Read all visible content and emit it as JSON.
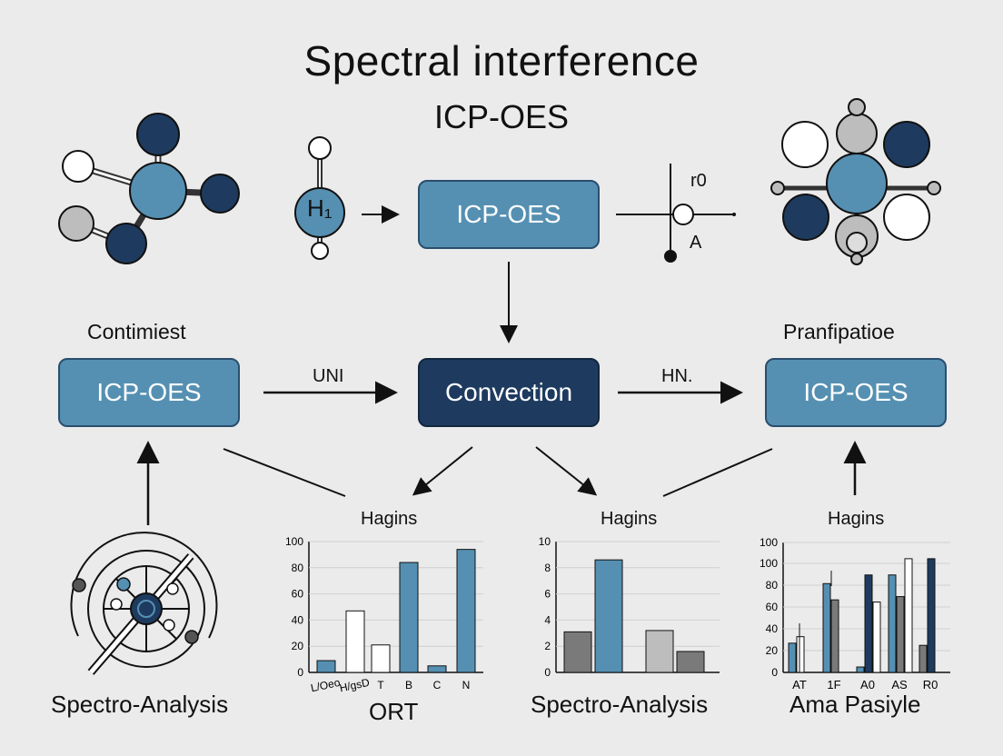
{
  "title": "Spectral interference",
  "subtitle": "ICP-OES",
  "top_center": {
    "badge": "H₁",
    "node": "ICP-OES",
    "r_label": "r0",
    "a_label": "A"
  },
  "row_labels": {
    "left": "Contimiest",
    "right": "Pranfipatioe"
  },
  "nodes": {
    "left": "ICP-OES",
    "center": "Convection",
    "right": "ICP-OES"
  },
  "arrow_labels": {
    "left": "UNI",
    "right": "HN."
  },
  "chart_headers": [
    "Hagins",
    "Hagins",
    "Hagins"
  ],
  "captions": {
    "icon": "Spectro-Analysis",
    "chart1": "ORT",
    "chart2": "Spectro-Analysis",
    "chart3": "Ama Pasiyle"
  },
  "colors": {
    "light_blue": "#5590b2",
    "dark_blue": "#1e3b5f",
    "gray": "#7a7a7a",
    "light_gray": "#bdbdbd",
    "white": "#ffffff"
  },
  "chart_data": [
    {
      "type": "bar",
      "title": "Hagins",
      "xlabel": "ORT",
      "ylim": [
        0,
        100
      ],
      "yticks": [
        0,
        20,
        40,
        60,
        80,
        100
      ],
      "bars": [
        {
          "value": 9,
          "color": "light_blue"
        },
        {
          "value": 47,
          "color": "white"
        },
        {
          "value": 21,
          "color": "white"
        },
        {
          "value": 84,
          "color": "light_blue"
        },
        {
          "value": 5,
          "color": "light_blue"
        },
        {
          "value": 94,
          "color": "light_blue"
        }
      ],
      "ticklabels": [
        "L/Oeo",
        "H/gsD",
        "T",
        "B",
        "C",
        "N"
      ]
    },
    {
      "type": "bar",
      "title": "Hagins",
      "xlabel": "Spectro-Analysis",
      "ylim": [
        0,
        10
      ],
      "yticks": [
        0,
        2,
        4,
        6,
        8,
        10
      ],
      "bars": [
        {
          "value": 3.1,
          "color": "gray"
        },
        {
          "value": 8.6,
          "color": "light_blue"
        },
        {
          "value": 3.2,
          "color": "light_gray"
        },
        {
          "value": 1.6,
          "color": "gray"
        }
      ],
      "ticklabels": []
    },
    {
      "type": "bar",
      "title": "Hagins",
      "xlabel": "Ama Pasiyle",
      "ylim": [
        0,
        120
      ],
      "yticks": [
        0,
        20,
        40,
        60,
        80,
        100,
        100
      ],
      "categories": [
        "AT",
        "1F",
        "A0",
        "AS",
        "R0"
      ],
      "series": [
        {
          "color": "light_blue",
          "values": [
            27,
            82,
            5,
            90,
            0
          ]
        },
        {
          "color": "white",
          "values": [
            33,
            0,
            0,
            0,
            0
          ]
        },
        {
          "color": "gray",
          "values": [
            0,
            67,
            0,
            70,
            25
          ]
        },
        {
          "color": "dark_blue",
          "values": [
            0,
            0,
            90,
            0,
            105
          ]
        },
        {
          "color": "white",
          "values": [
            0,
            0,
            65,
            105,
            0
          ]
        }
      ]
    }
  ]
}
